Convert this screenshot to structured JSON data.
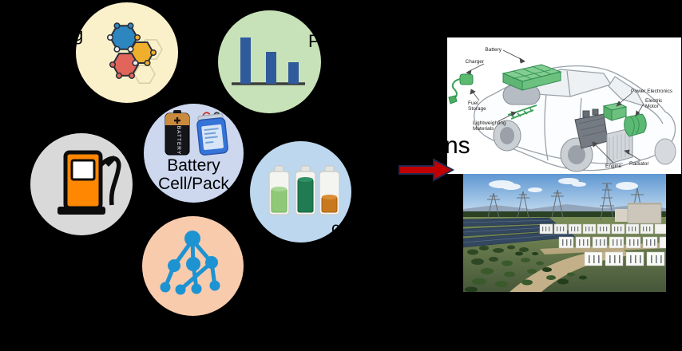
{
  "diagram": {
    "hub": {
      "line1": "Battery",
      "line2": "Cell/Pack"
    },
    "fragments": {
      "modeling": "g",
      "performance": "P",
      "applications": "ns",
      "soc": "c"
    },
    "colors": {
      "background": "#000000",
      "modeling_circle": "#FAF1CB",
      "performance_circle": "#C7E2B8",
      "hub_circle": "#CDD8EF",
      "fueling_circle": "#D9D9D9",
      "soc_circle": "#BDD7EE",
      "ml_circle": "#F8CBAD",
      "arrow_fill": "#C00000",
      "arrow_border": "#22294F",
      "bar_chart_bars": "#2F5B9D",
      "tree_icon": "#1E93D2",
      "fuel_pump": "#FF8702"
    }
  },
  "ev_diagram": {
    "labels": {
      "battery": "Battery",
      "charger": "Charger",
      "fuel_storage": "Fuel Storage",
      "lightweighting": "Lightweighting Materials",
      "power_electronics": "Power Electronics",
      "electric_motor": "Electric Motor",
      "engine": "Engine",
      "radiator": "Radiator"
    }
  }
}
